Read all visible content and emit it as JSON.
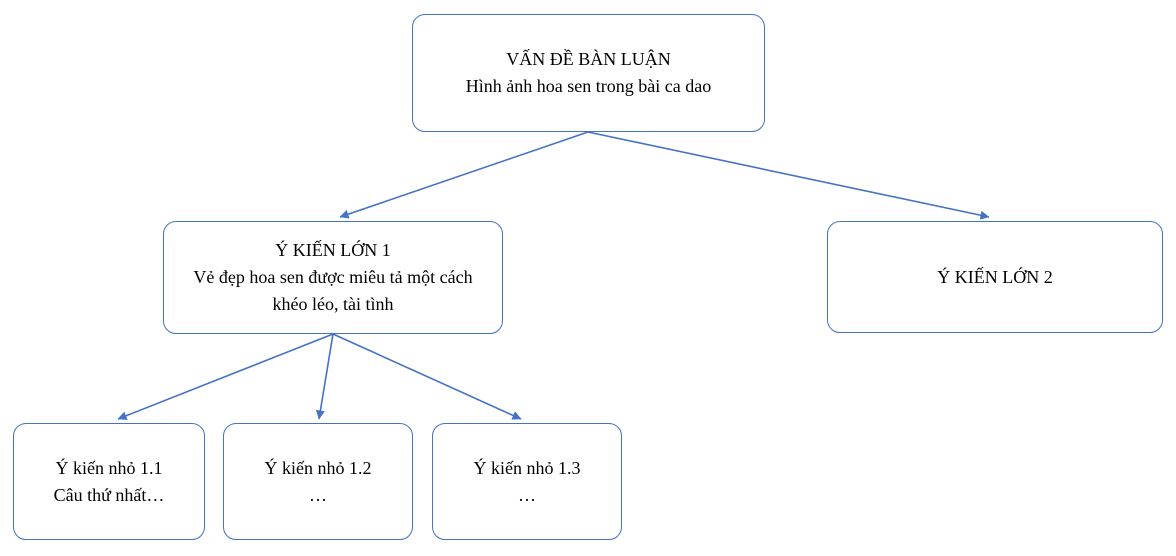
{
  "diagram": {
    "accent_color": "#4472C4",
    "text_color": "#000000",
    "nodes": {
      "problem": {
        "title": "VẤN ĐỀ BÀN LUẬN",
        "subtitle": "Hình ảnh hoa sen trong bài ca dao"
      },
      "opinion1": {
        "title": "Ý KIẾN LỚN 1",
        "subtitle": "Vẻ đẹp hoa sen được miêu tả một cách khéo léo, tài tình"
      },
      "opinion2": {
        "title": "Ý KIẾN LỚN 2"
      },
      "sub11": {
        "title": "Ý kiến nhỏ 1.1",
        "subtitle": "Câu thứ nhất…"
      },
      "sub12": {
        "title": "Ý kiến nhỏ 1.2",
        "subtitle": "…"
      },
      "sub13": {
        "title": "Ý kiến nhỏ 1.3",
        "subtitle": "…"
      }
    }
  }
}
